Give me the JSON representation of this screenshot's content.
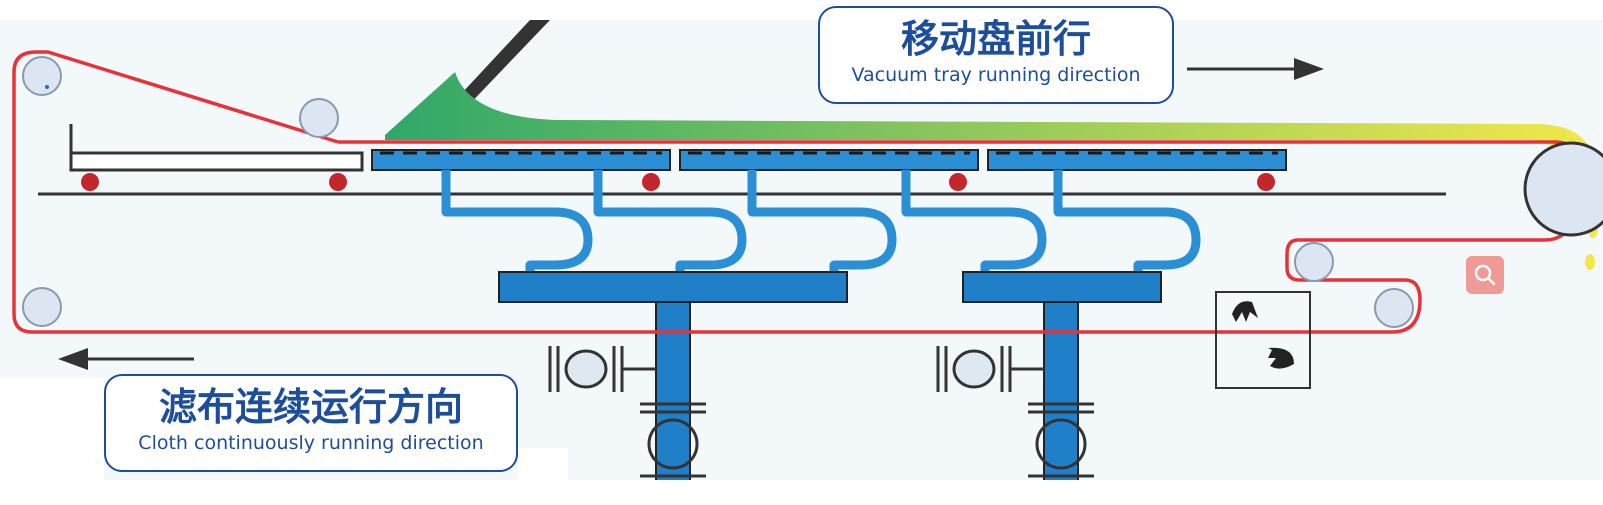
{
  "labels": {
    "tray_cn": "移动盘前行",
    "tray_en": "Vacuum tray running direction",
    "cloth_cn": "滤布连续运行方向",
    "cloth_en": "Cloth  continuously running direction"
  },
  "colors": {
    "cloth_belt": "#e8323a",
    "vacuum_tray": "#2b8fd6",
    "manifold": "#1f7fc8",
    "cake_gradient_start": "#2fa86a",
    "cake_gradient_end": "#f2e84a",
    "label_text": "#1d4e9c",
    "zoom_button": "#f09a97"
  },
  "icons": {
    "zoom": "magnifier-icon"
  }
}
